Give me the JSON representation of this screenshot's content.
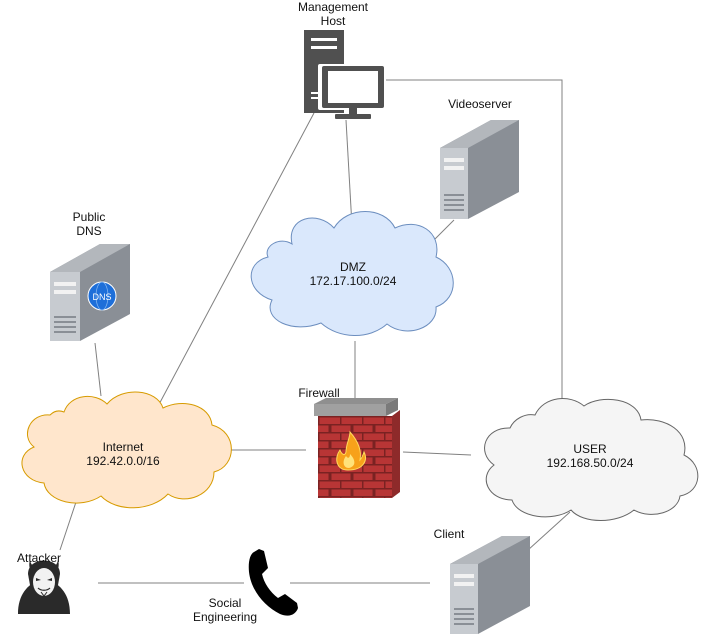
{
  "nodes": {
    "management_host": {
      "line1": "Management",
      "line2": "Host",
      "icon": "monitor-server-icon"
    },
    "videoserver": {
      "label": "Videoserver",
      "icon": "server-icon"
    },
    "public_dns": {
      "line1": "Public",
      "line2": "DNS",
      "badge": "DNS",
      "icon": "dns-server-icon"
    },
    "dmz": {
      "name": "DMZ",
      "subnet": "172.17.100.0/24",
      "icon": "cloud-icon",
      "color": "#dae8fc",
      "stroke": "#6c8ebf"
    },
    "internet": {
      "name": "Internet",
      "subnet": "192.42.0.0/16",
      "icon": "cloud-icon",
      "color": "#ffe6cc",
      "stroke": "#d79b00"
    },
    "user": {
      "name": "USER",
      "subnet": "192.168.50.0/24",
      "icon": "cloud-icon",
      "color": "#f5f5f5",
      "stroke": "#666666"
    },
    "firewall": {
      "label": "Firewall",
      "icon": "firewall-icon"
    },
    "client": {
      "label": "Client",
      "icon": "server-icon"
    },
    "attacker": {
      "label": "Attacker",
      "icon": "attacker-icon"
    },
    "social_engineering": {
      "line1": "Social",
      "line2": "Engineering",
      "icon": "phone-icon"
    }
  },
  "colors": {
    "link": "#808080",
    "server_body": "#8a8f96",
    "server_front": "#c7cbd0",
    "brick": "#c33b3b",
    "mortar": "#9b9b9b"
  }
}
